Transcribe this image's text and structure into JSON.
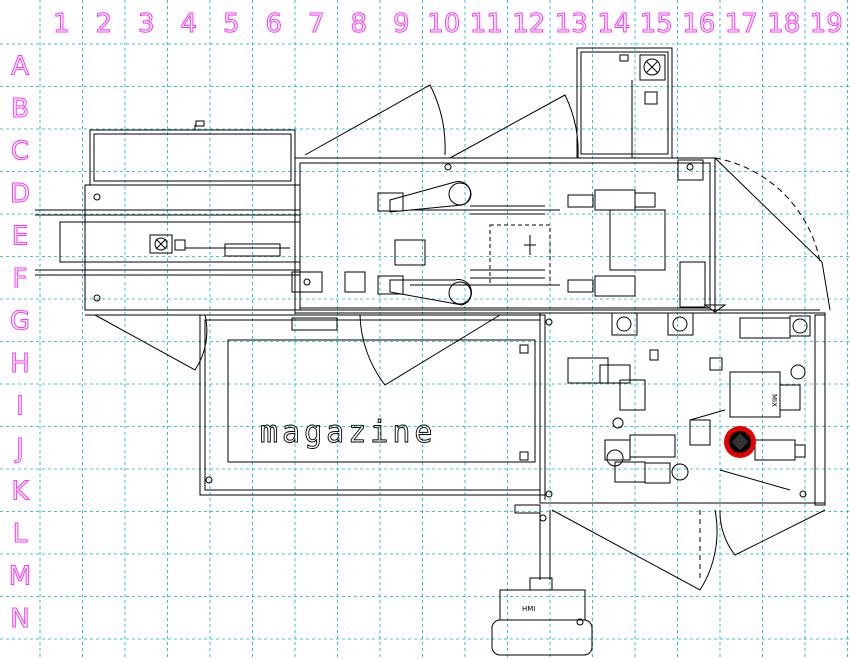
{
  "grid": {
    "columns": [
      "1",
      "2",
      "3",
      "4",
      "5",
      "6",
      "7",
      "8",
      "9",
      "10",
      "11",
      "12",
      "13",
      "14",
      "15",
      "16",
      "17",
      "18",
      "19"
    ],
    "rows": [
      "A",
      "B",
      "C",
      "D",
      "E",
      "F",
      "G",
      "H",
      "I",
      "J",
      "K",
      "L",
      "M",
      "N"
    ]
  },
  "labels": {
    "magazine": "magazine",
    "hmi": "HMI",
    "mix": "MIX"
  },
  "colors": {
    "grid_line": "#00b7c2",
    "grid_label": "#ff33ff",
    "drawing": "#000000",
    "marker_fill": "#000000",
    "marker_ring": "#e60000"
  }
}
